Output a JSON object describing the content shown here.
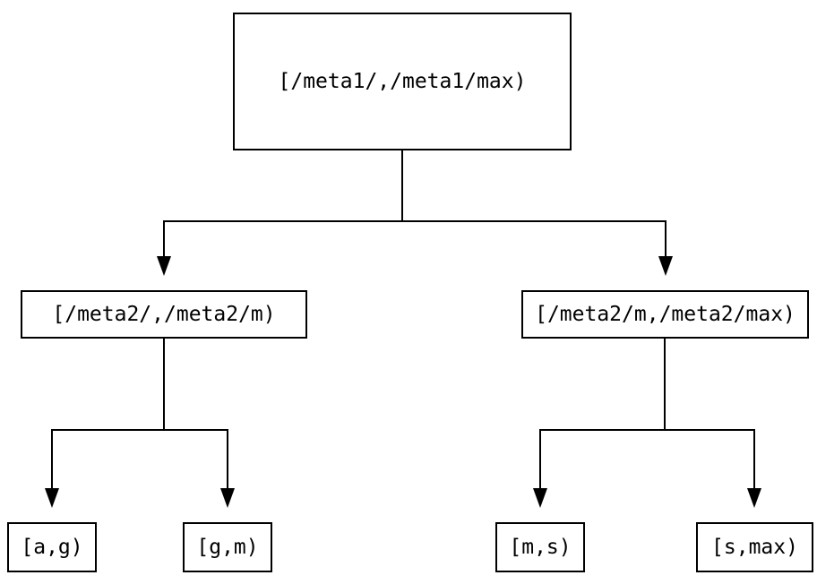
{
  "diagram": {
    "type": "tree",
    "colors": {
      "background": "#ffffff",
      "line": "#000000",
      "text": "#000000"
    },
    "nodes": {
      "root": {
        "label": "[/meta1/,/meta1/max)"
      },
      "left": {
        "label": "[/meta2/,/meta2/m)"
      },
      "right": {
        "label": "[/meta2/m,/meta2/max)"
      },
      "leaf_ag": {
        "label": "[a,g)"
      },
      "leaf_gm": {
        "label": "[g,m)"
      },
      "leaf_ms": {
        "label": "[m,s)"
      },
      "leaf_smax": {
        "label": "[s,max)"
      }
    },
    "edges": [
      {
        "from": "root",
        "to": "left"
      },
      {
        "from": "root",
        "to": "right"
      },
      {
        "from": "left",
        "to": "leaf_ag"
      },
      {
        "from": "left",
        "to": "leaf_gm"
      },
      {
        "from": "right",
        "to": "leaf_ms"
      },
      {
        "from": "right",
        "to": "leaf_smax"
      }
    ]
  }
}
